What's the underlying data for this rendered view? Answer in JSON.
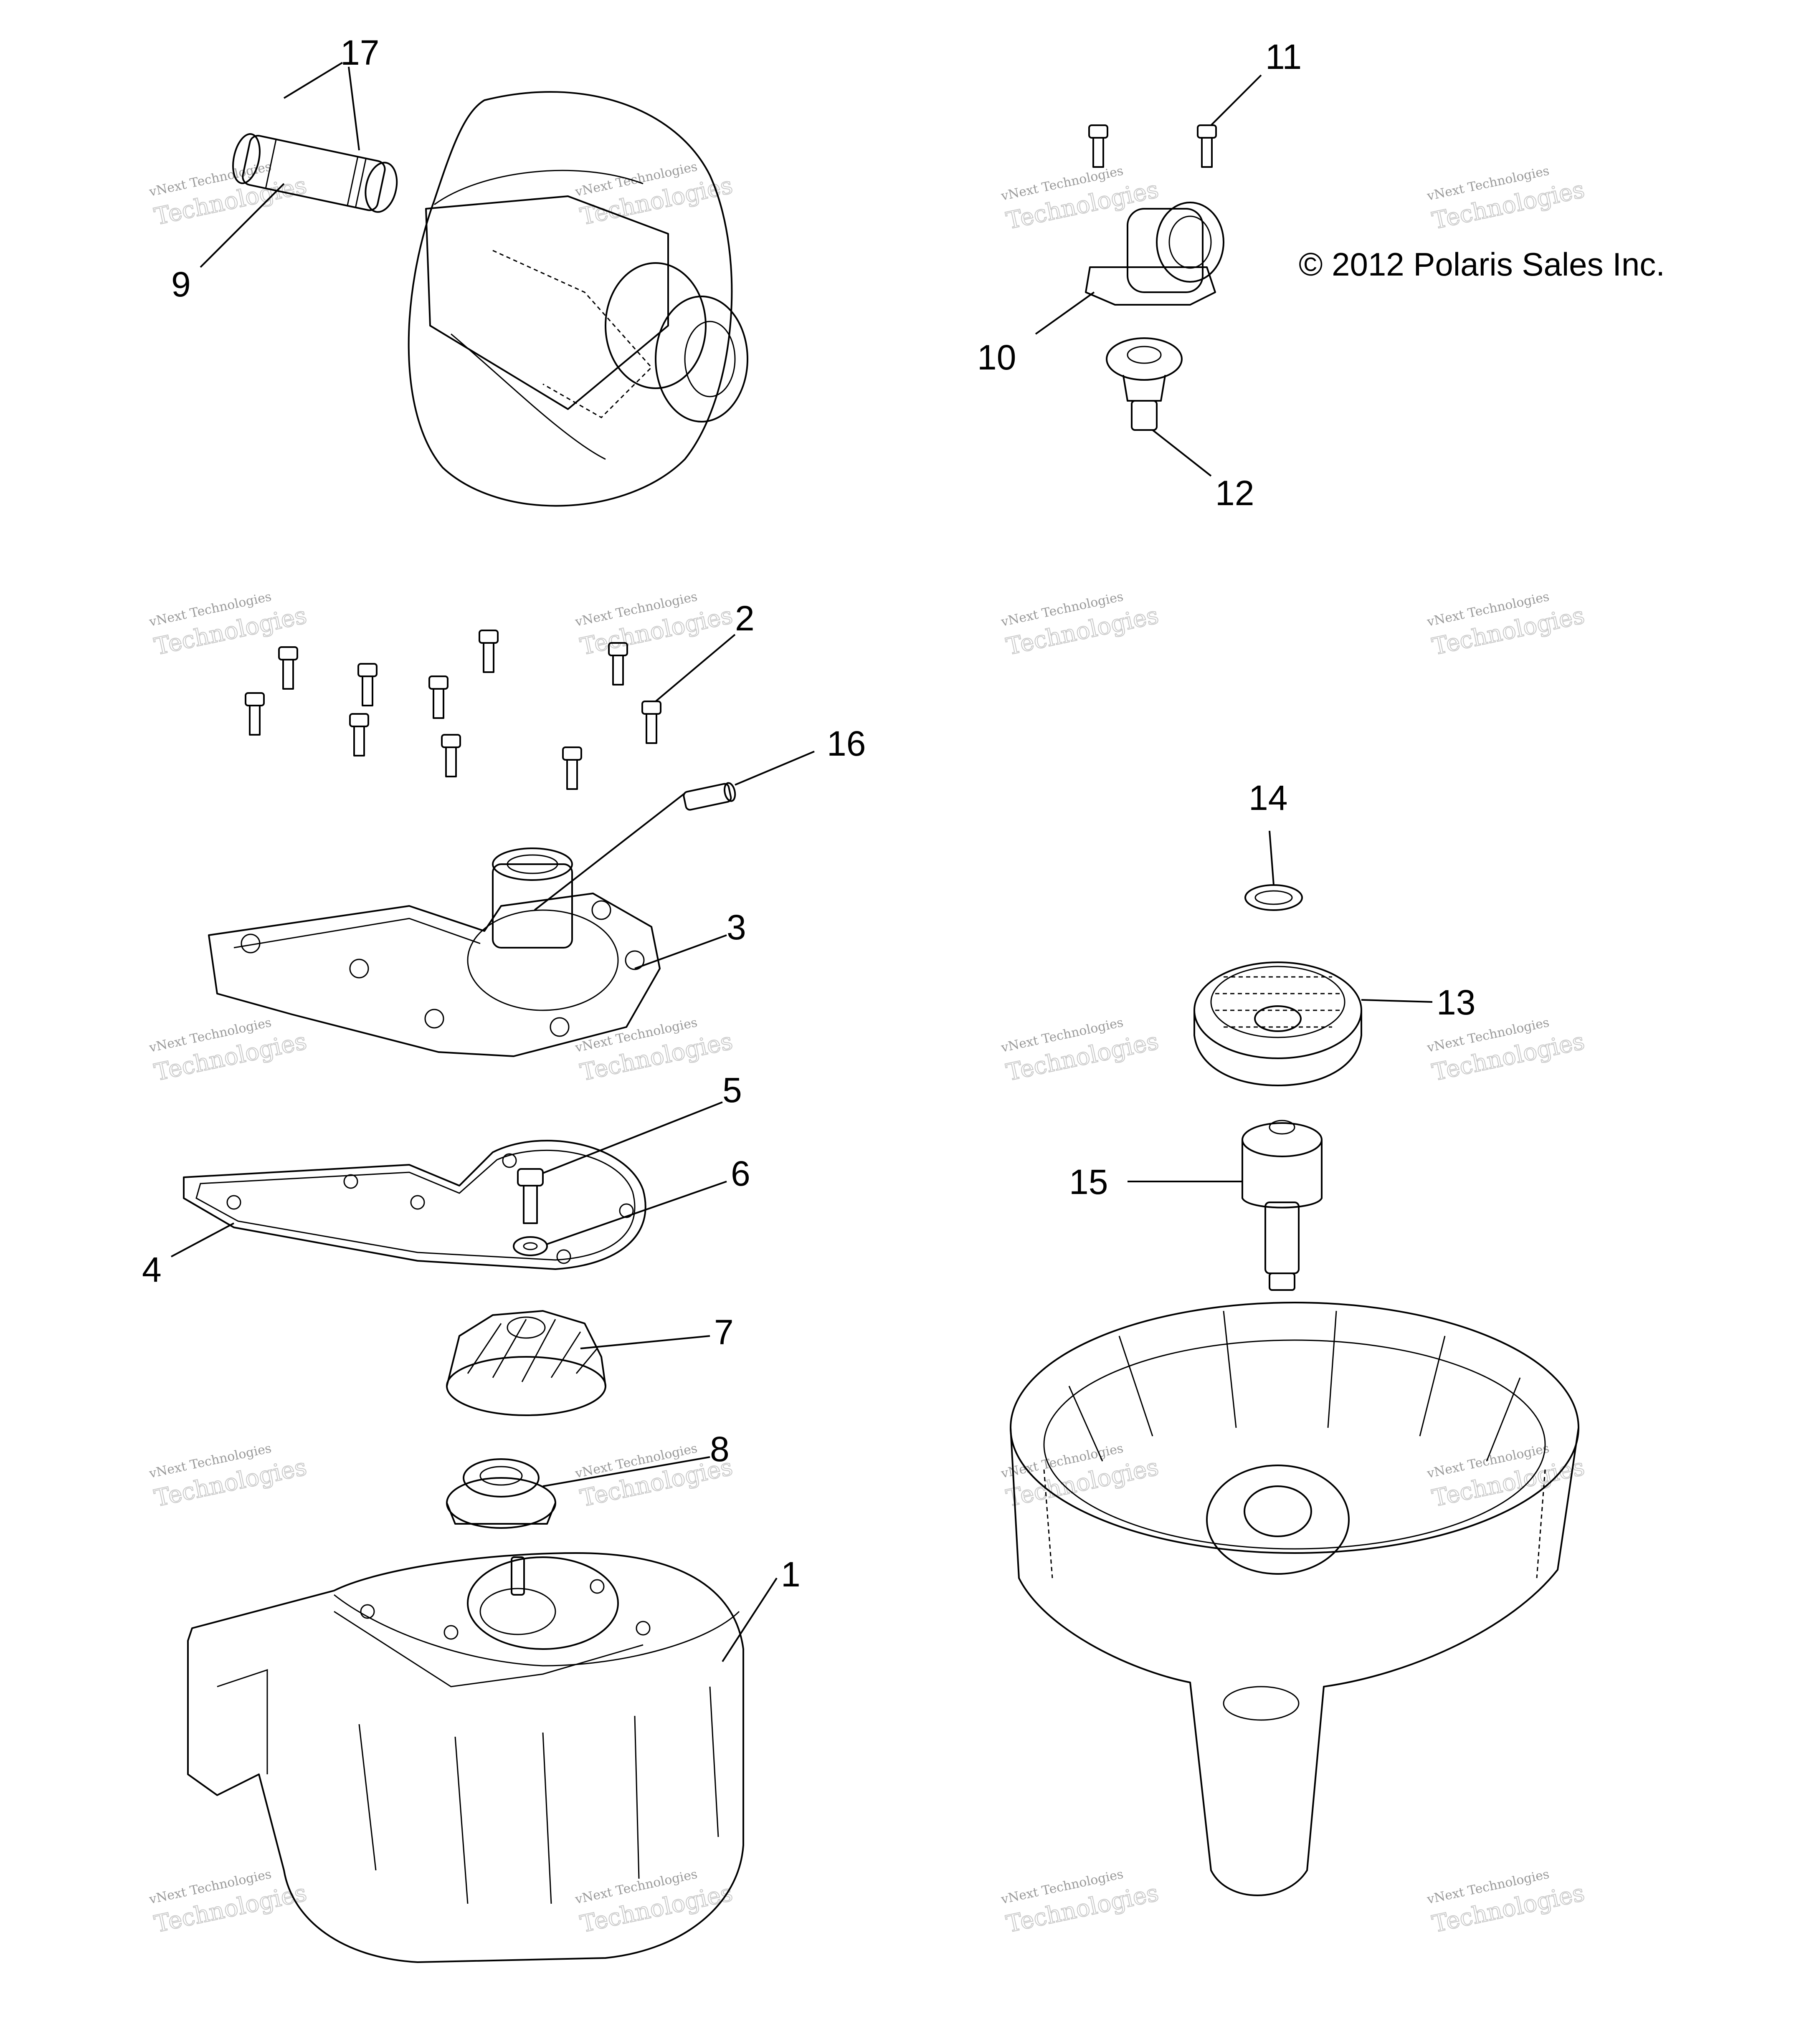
{
  "copyright": "© 2012 Polaris Sales Inc.",
  "watermark": {
    "line1": "vNext Technologies",
    "line2": "Technologies"
  },
  "callouts": {
    "c1": "1",
    "c2": "2",
    "c3": "3",
    "c4": "4",
    "c5": "5",
    "c6": "6",
    "c7": "7",
    "c8": "8",
    "c9": "9",
    "c10": "10",
    "c11": "11",
    "c12": "12",
    "c13": "13",
    "c14": "14",
    "c15": "15",
    "c16": "16",
    "c17": "17"
  }
}
